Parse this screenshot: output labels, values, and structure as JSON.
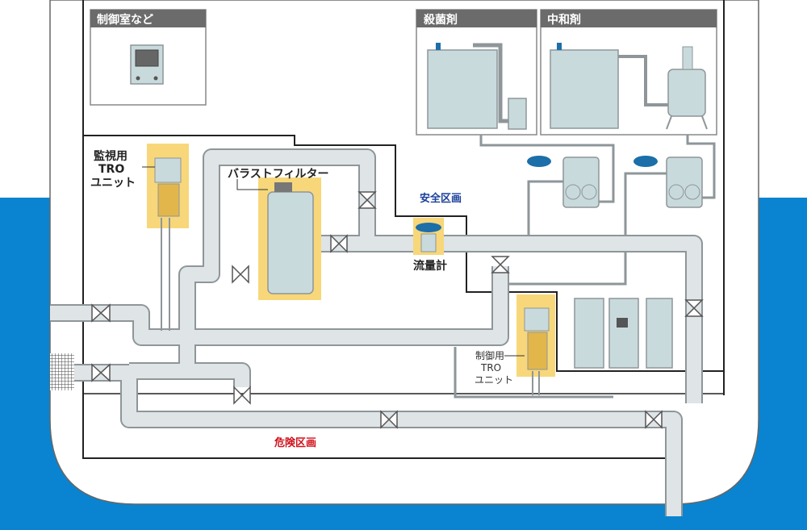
{
  "colors": {
    "sea": "#0a84d0",
    "hull": "#ffffff",
    "hull_outline": "#666666",
    "zone_line": "#222222",
    "pipe_fill": "#dfe4e6",
    "pipe_stroke": "#8e9699",
    "equipment": "#c9dadd",
    "header_bar": "#6b6b6b",
    "highlight": "#f7d77a",
    "safe_label": "#1a3f9b",
    "danger_label": "#d0111b"
  },
  "panels": {
    "control_room": "制御室など",
    "disinfectant": "殺菌剤",
    "neutralizer": "中和剤"
  },
  "labels": {
    "monitor_tro": [
      "監視用",
      "TRO",
      "ユニット"
    ],
    "ballast_filter": "バラストフィルター",
    "flow_meter": "流量計",
    "control_tro": [
      "制御用",
      "TRO",
      "ユニット"
    ],
    "safe_zone": "安全区画",
    "danger_zone": "危険区画"
  },
  "icons": [
    "control-panel-icon",
    "tank-icon",
    "mixing-tank-icon",
    "pump-icon",
    "valve-icon",
    "filter-icon",
    "flow-meter-icon",
    "tro-unit-icon",
    "electrical-cabinet-icon",
    "strainer-icon"
  ]
}
